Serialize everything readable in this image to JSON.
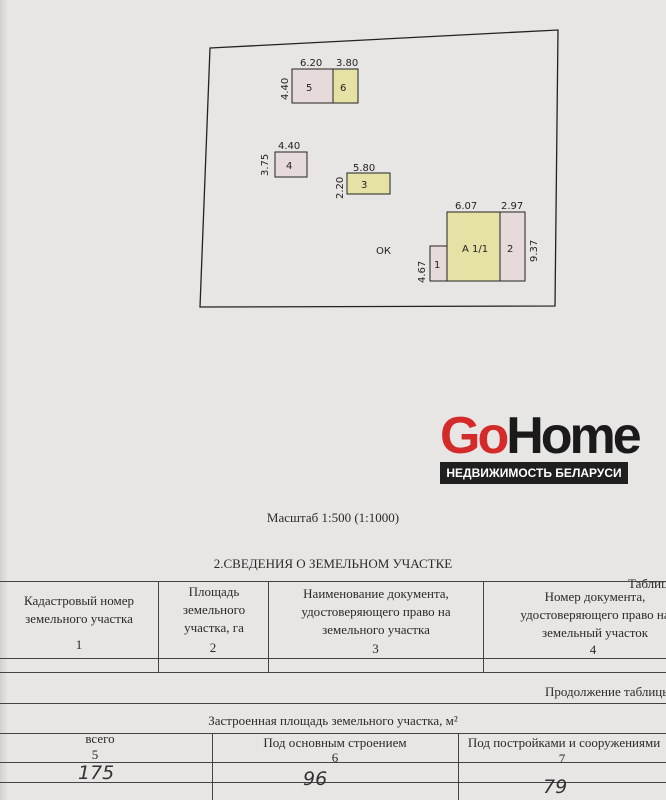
{
  "plan": {
    "buildings": [
      {
        "label": "5",
        "dims": [
          "6.20",
          "4.40"
        ]
      },
      {
        "label": "6",
        "dims": [
          "3.80"
        ]
      },
      {
        "label": "4",
        "dims": [
          "4.40",
          "3.75"
        ]
      },
      {
        "label": "3",
        "dims": [
          "5.80",
          "2.20"
        ]
      },
      {
        "label": "А 1/1",
        "dims": [
          "6.07"
        ]
      },
      {
        "label": "2",
        "dims": [
          "2.97",
          "9.37"
        ]
      },
      {
        "label": "1",
        "dims": [
          "4.67"
        ]
      }
    ],
    "note": "ОК",
    "colors": {
      "yellow": "#e6e2a6",
      "pink": "#e6dada",
      "line": "#222222"
    }
  },
  "scale_label": "Масштаб 1:500 (1:1000)",
  "section_title": "2.СВЕДЕНИЯ О ЗЕМЕЛЬНОМ УЧАСТКЕ",
  "table1": {
    "caption": "Таблица",
    "headers": [
      "Кадастровый номер земельного участка",
      "Площадь земельного участка, га",
      "Наименование документа, удостоверяющего право на земельного участка",
      "Номер документа, удостоверяющего право на земельный участок"
    ],
    "numbers": [
      "1",
      "2",
      "3",
      "4"
    ]
  },
  "table2": {
    "caption": "Продолжение таблицы",
    "group_header": "Застроенная площадь земельного участка, м²",
    "headers": [
      "всего",
      "Под основным строением",
      "Под постройками и сооружениями"
    ],
    "numbers": [
      "5",
      "6",
      "7"
    ],
    "values": [
      "175",
      "96",
      "79"
    ]
  },
  "watermark": {
    "brand_a": "Go",
    "brand_b": "Home",
    "tagline": "НЕДВИЖИМОСТЬ БЕЛАРУСИ"
  }
}
